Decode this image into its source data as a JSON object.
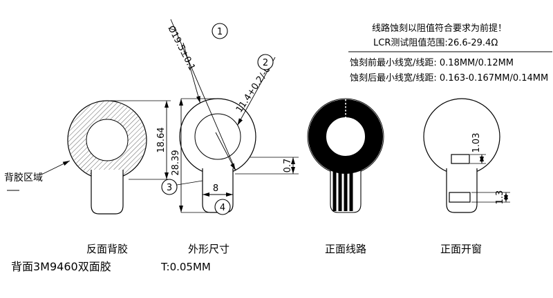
{
  "colors": {
    "ink": "#000000",
    "background": "#ffffff"
  },
  "notes": {
    "premise": "线路蚀刻以阻值符合要求为前提！",
    "lcr_range": "LCR测试阻值范围:26.6-29.4Ω",
    "pre_etch": "蚀刻前最小线宽/线距: 0.18MM/0.12MM",
    "post_etch": "蚀刻后最小线宽/线距: 0.163-0.167MM/0.14MM"
  },
  "dims": {
    "outer_dia": "Ø19.5±0.1",
    "inner_dia": "11.4+0.2/-0",
    "adhesive_height": "18.64",
    "total_height": "28.39",
    "tab_width": "8",
    "edge_gap": "0.7",
    "window_height": "1.03",
    "tab_window_height": "1.3"
  },
  "balloons": [
    "1",
    "2",
    "3",
    "4"
  ],
  "callouts": {
    "adhesive_area": "背胶区域"
  },
  "captions": {
    "view1": "反面背胶",
    "view2": "外形尺寸",
    "view3": "正面线路",
    "view4": "正面开窗",
    "backing": "背面3M9460双面胶",
    "thickness": "T:0.05MM"
  }
}
